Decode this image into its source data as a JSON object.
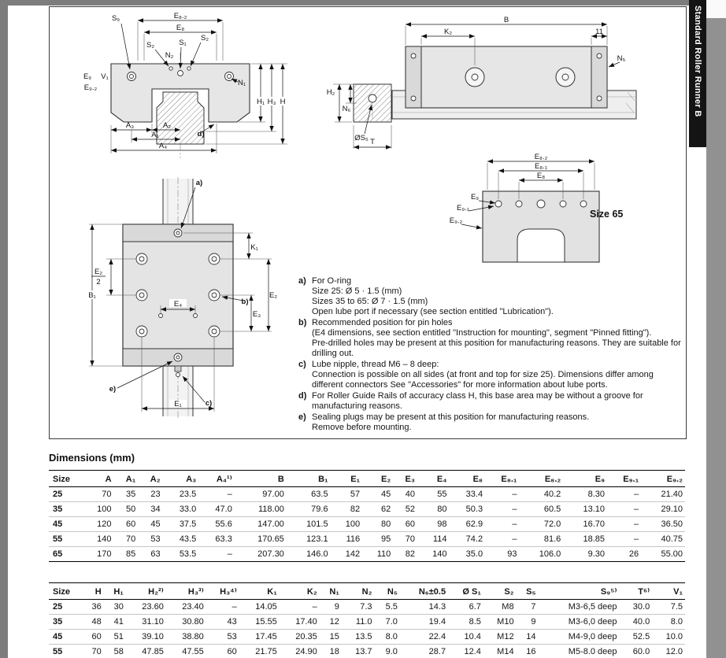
{
  "page": {
    "tab_label": "Standard Roller Runner B",
    "dimensions_heading": "Dimensions (mm)",
    "size65_label": "Size 65"
  },
  "labels": {
    "d1": {
      "e82": "E₈.₂",
      "e8": "E₈",
      "s9": "S₉",
      "s2a": "S₂",
      "s2b": "S₂",
      "n2": "N₂",
      "s1": "S₁",
      "n1": "N₁",
      "e9": "E₉",
      "v1": "V₁",
      "e92": "E₉.₂",
      "h1": "H₁",
      "h3": "H₃",
      "h": "H",
      "a3": "A₃",
      "a2": "A₂",
      "a1": "A₁",
      "a4": "A₄",
      "d": "d)"
    },
    "d2": {
      "b": "B",
      "k2": "K₂",
      "eleven": "11",
      "n5": "N₅",
      "h2": "H₂",
      "n6": "N₆",
      "s5": "ØS₅",
      "t": "T"
    },
    "d3": {
      "a": "a)",
      "k1": "K₁",
      "e2n": "E₂",
      "e2d": "2",
      "b1": "B₁",
      "e4": "E₄",
      "b": "b)",
      "e3": "E₃",
      "e2": "E₂",
      "e": "e)",
      "c": "c)",
      "e1": "E₁"
    },
    "d4": {
      "e82": "E₈.₂",
      "e81": "E₈.₁",
      "e8": "E₈",
      "e9": "E₉",
      "e91": "E₉.₁",
      "e92": "E₉.₂"
    }
  },
  "notes": [
    {
      "label": "a)",
      "lines": [
        "For O-ring",
        "Size 25: Ø 5 · 1.5 (mm)",
        "Sizes 35 to 65: Ø 7 · 1.5 (mm)",
        "Open lube port if necessary (see section entitled \"Lubrication\")."
      ]
    },
    {
      "label": "b)",
      "lines": [
        "Recommended position for pin holes",
        "(E4 dimensions, see section entitled \"Instruction for mounting\", segment \"Pinned fitting\").",
        "Pre-drilled holes may be present at this position for manufacturing reasons. They are suitable for",
        "drilling out."
      ]
    },
    {
      "label": "c)",
      "lines": [
        "Lube nipple, thread M6 – 8 deep:",
        "Connection is possible on all sides (at front and top for size 25). Dimensions differ among",
        "different connectors See \"Accessories\" for more information about lube ports."
      ]
    },
    {
      "label": "d)",
      "lines": [
        "For Roller Guide Rails of accuracy class H, this base area may be without a groove for",
        "manufacturing reasons."
      ]
    },
    {
      "label": "e)",
      "lines": [
        "Sealing plugs may be present at this position for manufacturing reasons.",
        "Remove before mounting."
      ]
    }
  ],
  "tables": [
    {
      "headers": [
        "Size",
        "A",
        "A₁",
        "A₂",
        "A₃",
        "A₄¹⁾",
        "B",
        "B₁",
        "E₁",
        "E₂",
        "E₃",
        "E₄",
        "E₈",
        "E₈.₁",
        "E₈.₂",
        "E₉",
        "E₉.₁",
        "E₉.₂"
      ],
      "rows": [
        [
          "25",
          "70",
          "35",
          "23",
          "23.5",
          "–",
          "97.00",
          "63.5",
          "57",
          "45",
          "40",
          "55",
          "33.4",
          "–",
          "40.2",
          "8.30",
          "–",
          "21.40"
        ],
        [
          "35",
          "100",
          "50",
          "34",
          "33.0",
          "47.0",
          "118.00",
          "79.6",
          "82",
          "62",
          "52",
          "80",
          "50.3",
          "–",
          "60.5",
          "13.10",
          "–",
          "29.10"
        ],
        [
          "45",
          "120",
          "60",
          "45",
          "37.5",
          "55.6",
          "147.00",
          "101.5",
          "100",
          "80",
          "60",
          "98",
          "62.9",
          "–",
          "72.0",
          "16.70",
          "–",
          "36.50"
        ],
        [
          "55",
          "140",
          "70",
          "53",
          "43.5",
          "63.3",
          "170.65",
          "123.1",
          "116",
          "95",
          "70",
          "114",
          "74.2",
          "–",
          "81.6",
          "18.85",
          "–",
          "40.75"
        ],
        [
          "65",
          "170",
          "85",
          "63",
          "53.5",
          "–",
          "207.30",
          "146.0",
          "142",
          "110",
          "82",
          "140",
          "35.0",
          "93",
          "106.0",
          "9.30",
          "26",
          "55.00"
        ]
      ]
    },
    {
      "headers": [
        "Size",
        "H",
        "H₁",
        "H₂²⁾",
        "H₃³⁾",
        "H₃⁴⁾",
        "K₁",
        "K₂",
        "N₁",
        "N₂",
        "N₅",
        "N₆±0.5",
        "Ø S₁",
        "S₂",
        "S₅",
        "S₉⁵⁾",
        "T⁶⁾",
        "V₁"
      ],
      "rows": [
        [
          "25",
          "36",
          "30",
          "23.60",
          "23.40",
          "–",
          "14.05",
          "–",
          "9",
          "7.3",
          "5.5",
          "14.3",
          "6.7",
          "M8",
          "7",
          "M3-6,5 deep",
          "30.0",
          "7.5"
        ],
        [
          "35",
          "48",
          "41",
          "31.10",
          "30.80",
          "43",
          "15.55",
          "17.40",
          "12",
          "11.0",
          "7.0",
          "19.4",
          "8.5",
          "M10",
          "9",
          "M3-6,0 deep",
          "40.0",
          "8.0"
        ],
        [
          "45",
          "60",
          "51",
          "39.10",
          "38.80",
          "53",
          "17.45",
          "20.35",
          "15",
          "13.5",
          "8.0",
          "22.4",
          "10.4",
          "M12",
          "14",
          "M4-9,0 deep",
          "52.5",
          "10.0"
        ],
        [
          "55",
          "70",
          "58",
          "47.85",
          "47.55",
          "60",
          "21.75",
          "24.90",
          "18",
          "13.7",
          "9.0",
          "28.7",
          "12.4",
          "M14",
          "16",
          "M5-8.0 deep",
          "60.0",
          "12.0"
        ]
      ]
    }
  ]
}
